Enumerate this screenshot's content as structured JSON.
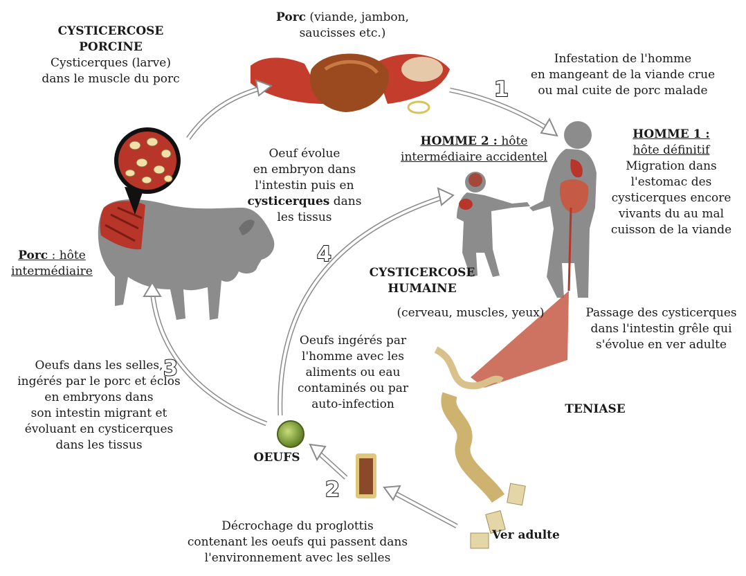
{
  "porcine": {
    "title1": "CYSTICERCOSE",
    "title2": "PORCINE",
    "line1": "Cysticerques (larve)",
    "line2": "dans le muscle du porc"
  },
  "pork": {
    "bold": "Porc",
    "line1_rest": " (viande, jambon,",
    "line2": "saucisses etc.)"
  },
  "infestation": {
    "line1": "Infestation de l'homme",
    "line2": "en mangeant de la viande crue",
    "line3": "ou mal cuite de porc malade"
  },
  "homme1": {
    "title": "HOMME 1 :",
    "subtitle": "hôte définitif",
    "lines": [
      "Migration dans",
      "l'estomac des",
      "cysticerques encore",
      "vivants du au mal",
      "cuisson de la viande"
    ]
  },
  "homme2": {
    "title_bold": "HOMME 2 :",
    "title_rest": " hôte",
    "line2": "intermédiaire accidentel"
  },
  "oeuf_evolue": {
    "line1": "Oeuf évolue",
    "line2": "en embryon dans",
    "line3": "l'intestin puis en",
    "line4_bold": "cysticerques",
    "line4_rest": " dans",
    "line5": "les tissus"
  },
  "porc_hote": {
    "bold": "Porc",
    "rest": " : hôte",
    "line2": "intermédiaire"
  },
  "humaine": {
    "title1": "CYSTICERCOSE",
    "title2": "HUMAINE",
    "line": "(cerveau, muscles, yeux)"
  },
  "passage": {
    "lines": [
      "Passage des cysticerques",
      "dans l'intestin grêle qui",
      "s'évolue en ver adulte"
    ]
  },
  "oeufs_ingeres": {
    "lines": [
      "Oeufs ingérés par",
      "l'homme avec les",
      "aliments ou eau",
      "contaminés ou par",
      "auto-infection"
    ]
  },
  "oeufs_selles": {
    "lines": [
      "Oeufs dans les selles,",
      "ingérés par le porc et éclos",
      "en embryons dans",
      "son intestin migrant et",
      "évoluant en cysticerques",
      "dans les tissus"
    ]
  },
  "teniase": "TENIASE",
  "oeufs_label": "OEUFS",
  "ver_adulte": "Ver adulte",
  "decrochage": {
    "lines": [
      "Décrochage du proglottis",
      "contenant les oeufs qui passent dans",
      "l'environnement avec les selles"
    ]
  },
  "steps": [
    "1",
    "2",
    "3",
    "4"
  ],
  "colors": {
    "silhouette": "#8c8c8c",
    "muscle": "#b8352a",
    "worm": "#d8c18a",
    "egg": "#7fa03a",
    "arrow_fill": "#ffffff",
    "arrow_stroke": "#8a8a8a"
  }
}
